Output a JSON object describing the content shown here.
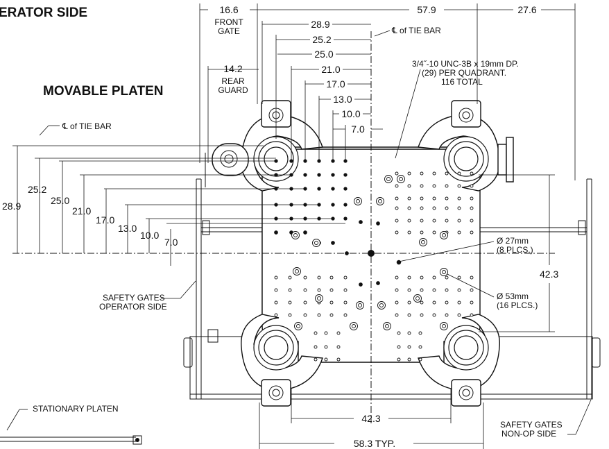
{
  "titles": {
    "operator_side": "ERATOR SIDE",
    "movable_platen": "MOVABLE PLATEN"
  },
  "labels": {
    "front_gate": [
      "FRONT",
      "GATE"
    ],
    "rear_guard": [
      "REAR",
      "GUARD"
    ],
    "tie_bar_top": "℄ of TIE BAR",
    "tie_bar_left": "℄ of TIE BAR",
    "tap_note": [
      "3/4˝-10 UNC-3B x 19mm DP.",
      "(29) PER QUADRANT.",
      "116 TOTAL"
    ],
    "hole_27": [
      "Ø 27mm",
      "(8 PLCS.)"
    ],
    "hole_53": [
      "Ø 53mm",
      "(16 PLCS.)"
    ],
    "safety_operator": [
      "SAFETY GATES",
      "OPERATOR SIDE"
    ],
    "safety_nonop": [
      "SAFETY GATES",
      "NON-OP SIDE"
    ],
    "stationary_platen": "STATIONARY PLATEN"
  },
  "top_dims": {
    "front_gate": "16.6",
    "span": "57.9",
    "right": "27.6",
    "d289": "28.9",
    "d252": "25.2",
    "d250": "25.0",
    "rear_guard": "14.2",
    "d210": "21.0",
    "d170": "17.0",
    "d130": "13.0",
    "d100": "10.0",
    "d70": "7.0"
  },
  "left_dims": {
    "d289": "28.9",
    "d252": "25.2",
    "d250": "25.0",
    "d210": "21.0",
    "d170": "17.0",
    "d130": "13.0",
    "d100": "10.0",
    "d70": "7.0"
  },
  "right_dims": {
    "d423": "42.3"
  },
  "bottom_dims": {
    "d423": "42.3",
    "d583": "58.3 TYP."
  }
}
